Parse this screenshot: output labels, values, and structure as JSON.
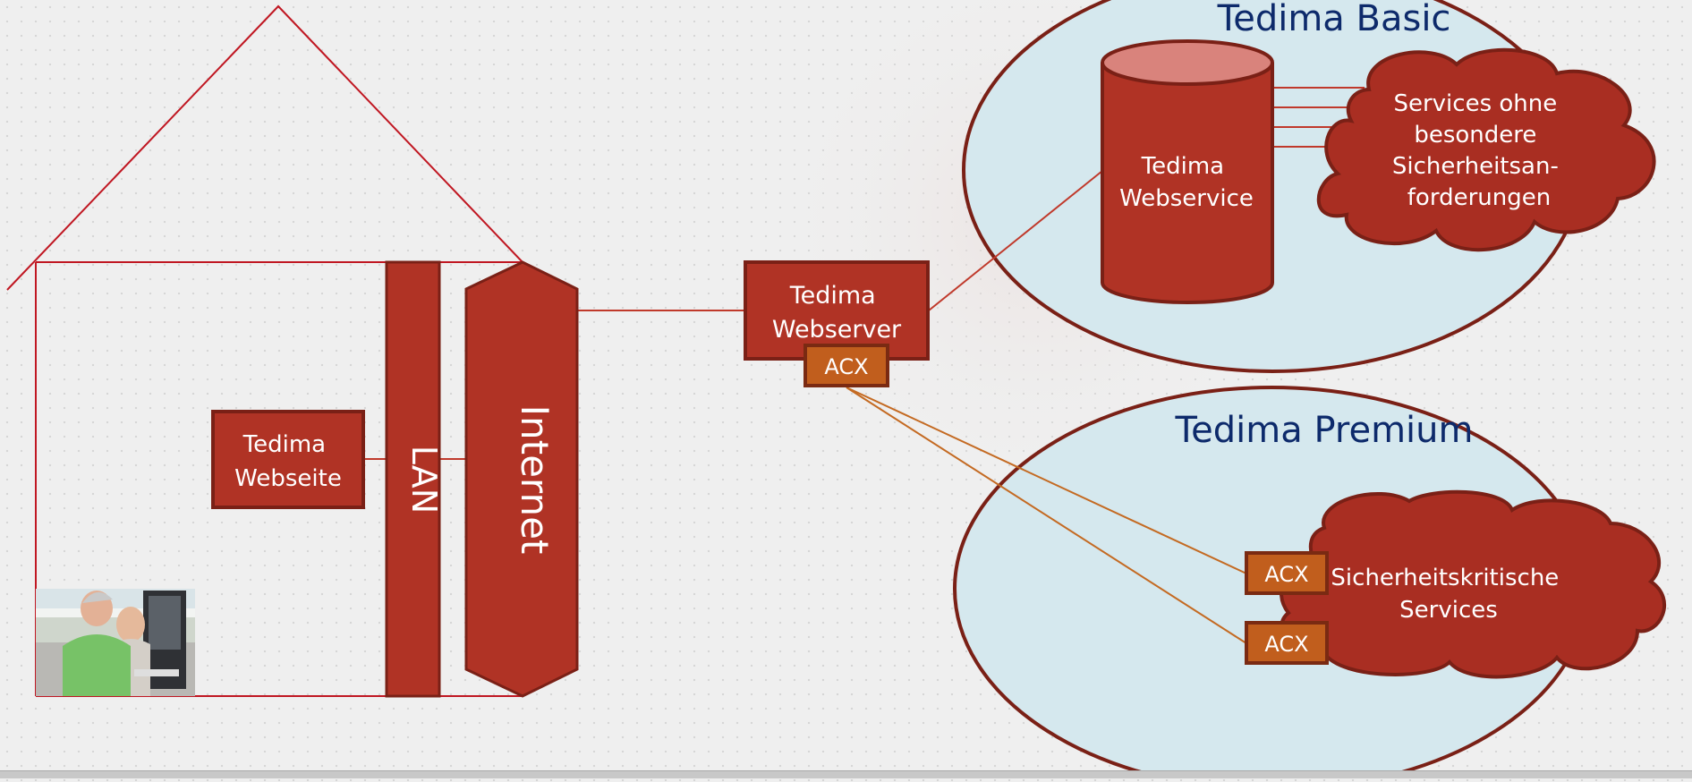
{
  "colors": {
    "brick": "#b03325",
    "brick_dark": "#7a2016",
    "brick_light": "#d9837c",
    "acx": "#c15e1d",
    "acx_dark": "#7a2a12",
    "cloud_fill": "#a92e22",
    "ellipse_fill": "#d5e8ee",
    "ellipse_stroke": "#7a2016",
    "house_line": "#c01722",
    "link_line": "#c0392b",
    "acx_line": "#c46a22",
    "title_text": "#0d2a6b"
  },
  "house": {
    "photo_label": "photo-seniors-at-computer"
  },
  "nodes": {
    "webseite": [
      "Tedima",
      "Webseite"
    ],
    "lan": "LAN",
    "internet": "Internet",
    "webserver": [
      "Tedima",
      "Webserver"
    ],
    "webserver_acx": "ACX",
    "webservice": [
      "Tedima",
      "Webservice"
    ],
    "services_basic": [
      "Services ohne",
      "besondere",
      "Sicherheitsan-",
      "forderungen"
    ],
    "services_premium": [
      "Sicherheitskritische",
      "Services"
    ],
    "premium_acx_1": "ACX",
    "premium_acx_2": "ACX"
  },
  "groups": {
    "basic_title": "Tedima Basic",
    "premium_title": "Tedima Premium"
  }
}
